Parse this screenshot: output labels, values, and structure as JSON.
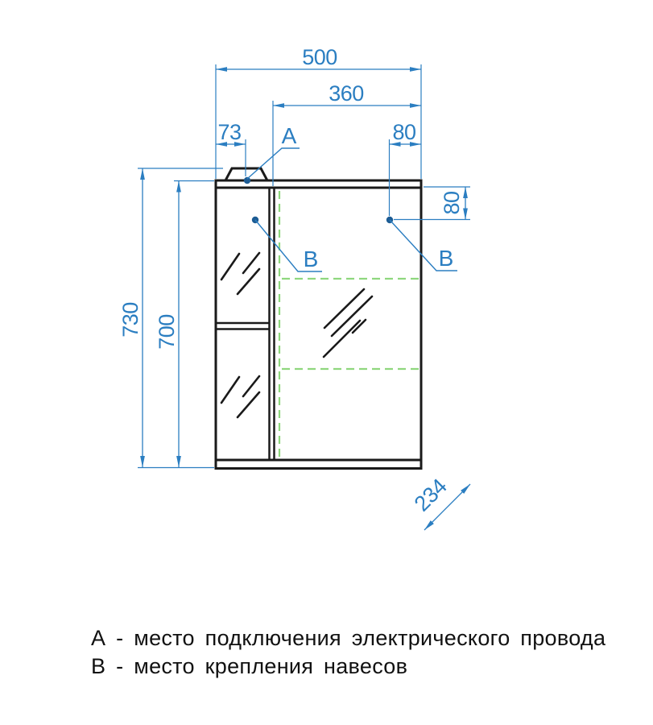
{
  "colors": {
    "dimension_blue": "#2b7ec1",
    "hidden_edge_green": "#8fd77e",
    "outline_black": "#1a1a1a",
    "marker_dot_blue": "#1d5c94",
    "background": "#ffffff"
  },
  "drawing": {
    "title": "mirror-cabinet-technical-drawing",
    "dims": {
      "total_width": "500",
      "door_width": "360",
      "left_offset": "73",
      "top_right_offset": "80",
      "side_right_offset": "80",
      "total_height": "730",
      "body_height": "700",
      "depth": "234"
    },
    "markers": {
      "a": "А",
      "b_left": "В",
      "b_right": "В"
    }
  },
  "legend": {
    "line_a": "А - место подключения электрического провода",
    "line_b": "В - место крепления навесов"
  }
}
